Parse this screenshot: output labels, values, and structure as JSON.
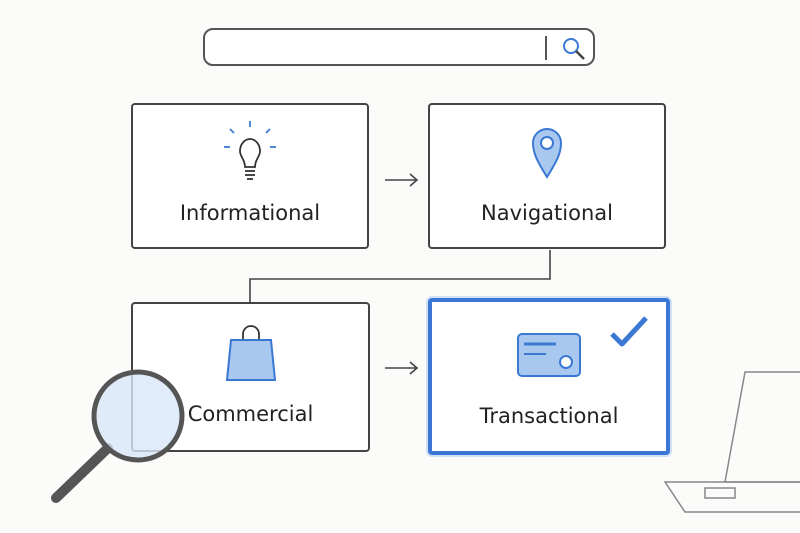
{
  "search": {
    "placeholder": ""
  },
  "cards": [
    {
      "label": "Informational",
      "icon": "lightbulb-icon"
    },
    {
      "label": "Navigational",
      "icon": "map-pin-icon"
    },
    {
      "label": "Commercial",
      "icon": "shopping-bag-icon"
    },
    {
      "label": "Transactional",
      "icon": "credit-card-icon",
      "selected": true
    }
  ],
  "colors": {
    "accent": "#3a78d4",
    "stroke": "#444444"
  }
}
